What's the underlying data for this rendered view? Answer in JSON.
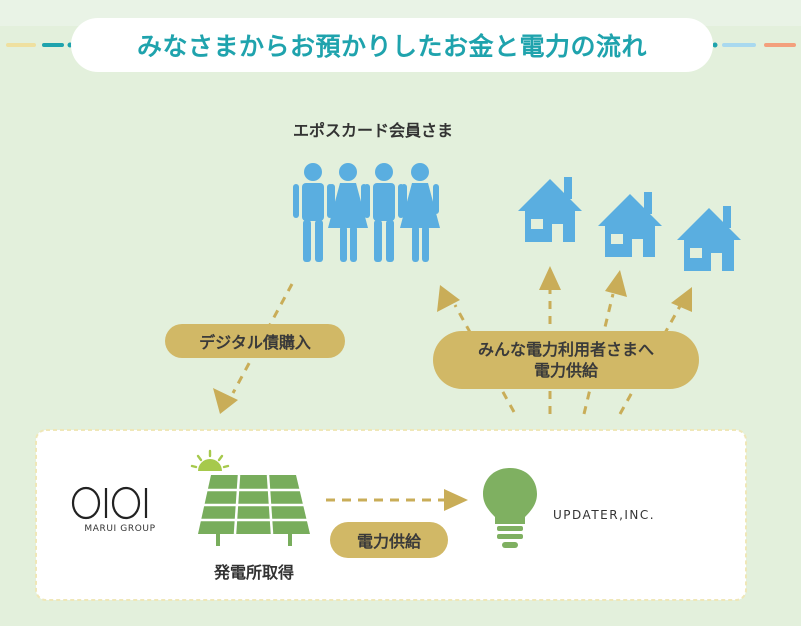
{
  "title": "みなさまからお預かりしたお金と電力の流れ",
  "members_label": "エポスカード会員さま",
  "digital_bond_label": "デジタル債購入",
  "supply_to_users_line1": "みんな電力利用者さまへ",
  "supply_to_users_line2": "電力供給",
  "marui_group_text": "MARUI GROUP",
  "plant_label": "発電所取得",
  "power_supply_label": "電力供給",
  "updater_text": "UPDATER,INC.",
  "colors": {
    "background": "#e3f0dc",
    "title_text": "#1fa3ad",
    "person_and_house": "#5aaee0",
    "pill_gold": "#d1b866",
    "solar_green": "#78ad5c",
    "bulb_green": "#7fb061"
  }
}
